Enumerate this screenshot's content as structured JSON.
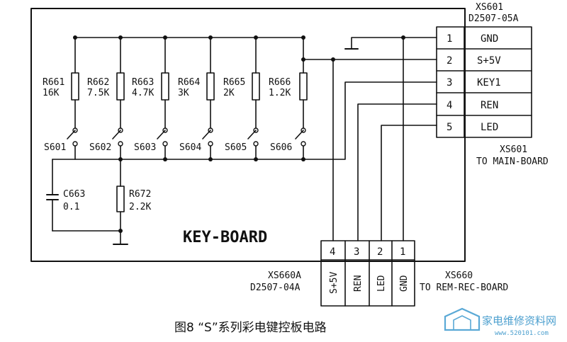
{
  "board_title": "KEY-BOARD",
  "resistors": [
    {
      "ref": "R661",
      "value": "16K"
    },
    {
      "ref": "R662",
      "value": "7.5K"
    },
    {
      "ref": "R663",
      "value": "4.7K"
    },
    {
      "ref": "R664",
      "value": "3K"
    },
    {
      "ref": "R665",
      "value": "2K"
    },
    {
      "ref": "R666",
      "value": "1.2K"
    }
  ],
  "switches": [
    "S601",
    "S602",
    "S603",
    "S604",
    "S605",
    "S606"
  ],
  "capacitor": {
    "ref": "C663",
    "value": "0.1"
  },
  "pulldown": {
    "ref": "R672",
    "value": "2.2K"
  },
  "xs601": {
    "ref": "XS601",
    "part": "D2507-05A",
    "dest": "TO MAIN-BOARD",
    "pins": [
      {
        "num": "1",
        "name": "GND"
      },
      {
        "num": "2",
        "name": "S+5V"
      },
      {
        "num": "3",
        "name": "KEY1"
      },
      {
        "num": "4",
        "name": "REN"
      },
      {
        "num": "5",
        "name": "LED"
      }
    ]
  },
  "xs660": {
    "ref": "XS660",
    "dest": "TO REM-REC-BOARD",
    "pins": [
      {
        "num": "4",
        "name": "S+5V"
      },
      {
        "num": "3",
        "name": "REN"
      },
      {
        "num": "2",
        "name": "LED"
      },
      {
        "num": "1",
        "name": "GND"
      }
    ]
  },
  "xs660a": {
    "ref": "XS660A",
    "part": "D2507-04A"
  },
  "figure_caption": "图8 “S”系列彩电键控板电路",
  "watermark": {
    "text": "家电维修资料网",
    "url": "www.520101.com"
  }
}
